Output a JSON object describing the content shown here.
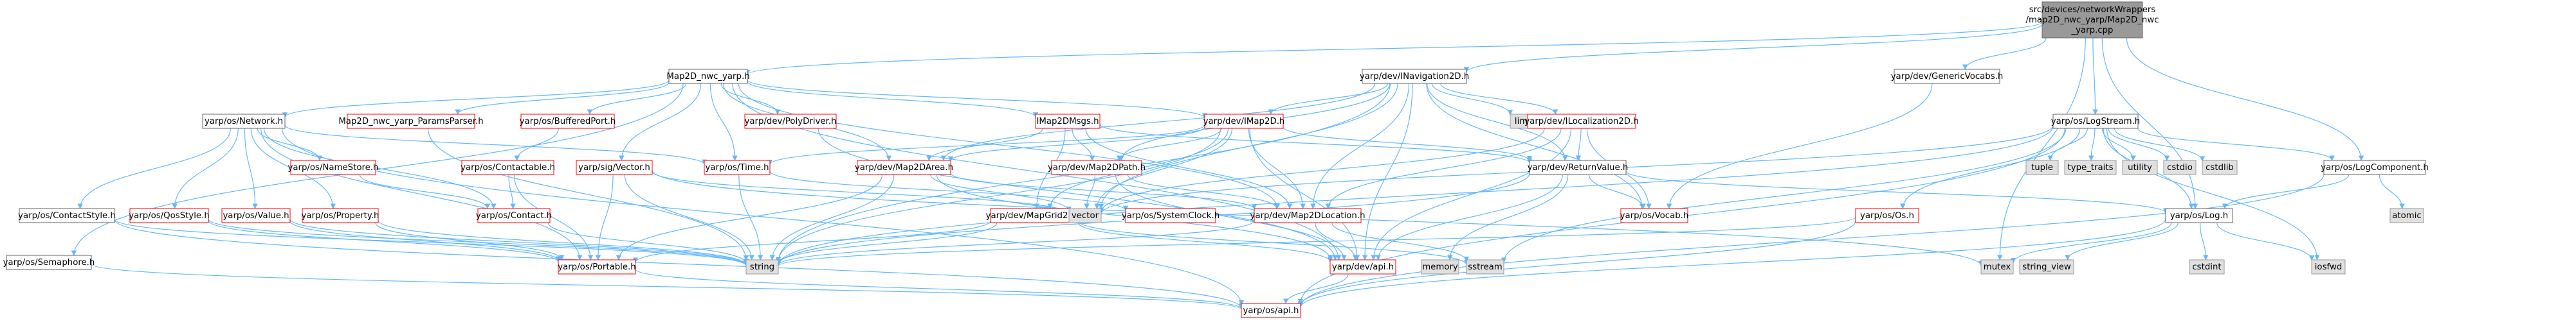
{
  "nodes": {
    "root": {
      "lines": [
        "src/devices/networkWrappers",
        "/map2D_nwc_yarp/Map2D_nwc",
        "_yarp.cpp"
      ],
      "style": "root"
    },
    "map2d_h": {
      "lines": [
        "Map2D_nwc_yarp.h"
      ],
      "style": "plain"
    },
    "inav2d": {
      "lines": [
        "yarp/dev/INavigation2D.h"
      ],
      "style": "plain"
    },
    "genvocabs": {
      "lines": [
        "yarp/dev/GenericVocabs.h"
      ],
      "style": "plain"
    },
    "logstream": {
      "lines": [
        "yarp/os/LogStream.h"
      ],
      "style": "plain"
    },
    "network": {
      "lines": [
        "yarp/os/Network.h"
      ],
      "style": "plain"
    },
    "params": {
      "lines": [
        "Map2D_nwc_yarp_ParamsParser.h"
      ],
      "style": "red"
    },
    "bufport": {
      "lines": [
        "yarp/os/BufferedPort.h"
      ],
      "style": "red"
    },
    "polydriver": {
      "lines": [
        "yarp/dev/PolyDriver.h"
      ],
      "style": "red"
    },
    "imap2dmsgs": {
      "lines": [
        "IMap2DMsgs.h"
      ],
      "style": "red"
    },
    "imap2d": {
      "lines": [
        "yarp/dev/IMap2D.h"
      ],
      "style": "red"
    },
    "limits": {
      "lines": [
        "limits"
      ],
      "style": "grey"
    },
    "iloc2d": {
      "lines": [
        "yarp/dev/ILocalization2D.h"
      ],
      "style": "red"
    },
    "contactstyle": {
      "lines": [
        "yarp/os/ContactStyle.h"
      ],
      "style": "plain"
    },
    "qosstyle": {
      "lines": [
        "yarp/os/QosStyle.h"
      ],
      "style": "red"
    },
    "value": {
      "lines": [
        "yarp/os/Value.h"
      ],
      "style": "red"
    },
    "property": {
      "lines": [
        "yarp/os/Property.h"
      ],
      "style": "red"
    },
    "namestore": {
      "lines": [
        "yarp/os/NameStore.h"
      ],
      "style": "red"
    },
    "contactable": {
      "lines": [
        "yarp/os/Contactable.h"
      ],
      "style": "red"
    },
    "contact": {
      "lines": [
        "yarp/os/Contact.h"
      ],
      "style": "red"
    },
    "vector": {
      "lines": [
        "yarp/sig/Vector.h"
      ],
      "style": "red"
    },
    "time": {
      "lines": [
        "yarp/os/Time.h"
      ],
      "style": "red"
    },
    "map2darea": {
      "lines": [
        "yarp/dev/Map2DArea.h"
      ],
      "style": "red"
    },
    "map2dpath": {
      "lines": [
        "yarp/dev/Map2DPath.h"
      ],
      "style": "red"
    },
    "mapgrid2d": {
      "lines": [
        "yarp/dev/MapGrid2D.h"
      ],
      "style": "red"
    },
    "map2dloc": {
      "lines": [
        "yarp/dev/Map2DLocation.h"
      ],
      "style": "red"
    },
    "systemclock": {
      "lines": [
        "yarp/os/SystemClock.h"
      ],
      "style": "red"
    },
    "returnvalue": {
      "lines": [
        "yarp/dev/ReturnValue.h"
      ],
      "style": "plain"
    },
    "vocab": {
      "lines": [
        "yarp/os/Vocab.h"
      ],
      "style": "red"
    },
    "semaphore": {
      "lines": [
        "yarp/os/Semaphore.h"
      ],
      "style": "plain"
    },
    "portable": {
      "lines": [
        "yarp/os/Portable.h"
      ],
      "style": "red"
    },
    "string": {
      "lines": [
        "string"
      ],
      "style": "grey"
    },
    "stdvector": {
      "lines": [
        "vector"
      ],
      "style": "grey"
    },
    "memory": {
      "lines": [
        "memory"
      ],
      "style": "grey"
    },
    "sstream": {
      "lines": [
        "sstream"
      ],
      "style": "grey"
    },
    "devapi": {
      "lines": [
        "yarp/dev/api.h"
      ],
      "style": "red"
    },
    "osapi": {
      "lines": [
        "yarp/os/api.h"
      ],
      "style": "red"
    },
    "tuple": {
      "lines": [
        "tuple"
      ],
      "style": "grey"
    },
    "typetraits": {
      "lines": [
        "type_traits"
      ],
      "style": "grey"
    },
    "utility": {
      "lines": [
        "utility"
      ],
      "style": "grey"
    },
    "cstdio": {
      "lines": [
        "cstdio"
      ],
      "style": "grey"
    },
    "cstdlib": {
      "lines": [
        "cstdlib"
      ],
      "style": "grey"
    },
    "logcomponent": {
      "lines": [
        "yarp/os/LogComponent.h"
      ],
      "style": "plain"
    },
    "atomic": {
      "lines": [
        "atomic"
      ],
      "style": "grey"
    },
    "oslog": {
      "lines": [
        "yarp/os/Log.h"
      ],
      "style": "plain"
    },
    "osos": {
      "lines": [
        "yarp/os/Os.h"
      ],
      "style": "red"
    },
    "mutex": {
      "lines": [
        "mutex"
      ],
      "style": "grey"
    },
    "stringview": {
      "lines": [
        "string_view"
      ],
      "style": "grey"
    },
    "cstdint": {
      "lines": [
        "cstdint"
      ],
      "style": "grey"
    },
    "iosfwd": {
      "lines": [
        "iosfwd"
      ],
      "style": "grey"
    }
  }
}
